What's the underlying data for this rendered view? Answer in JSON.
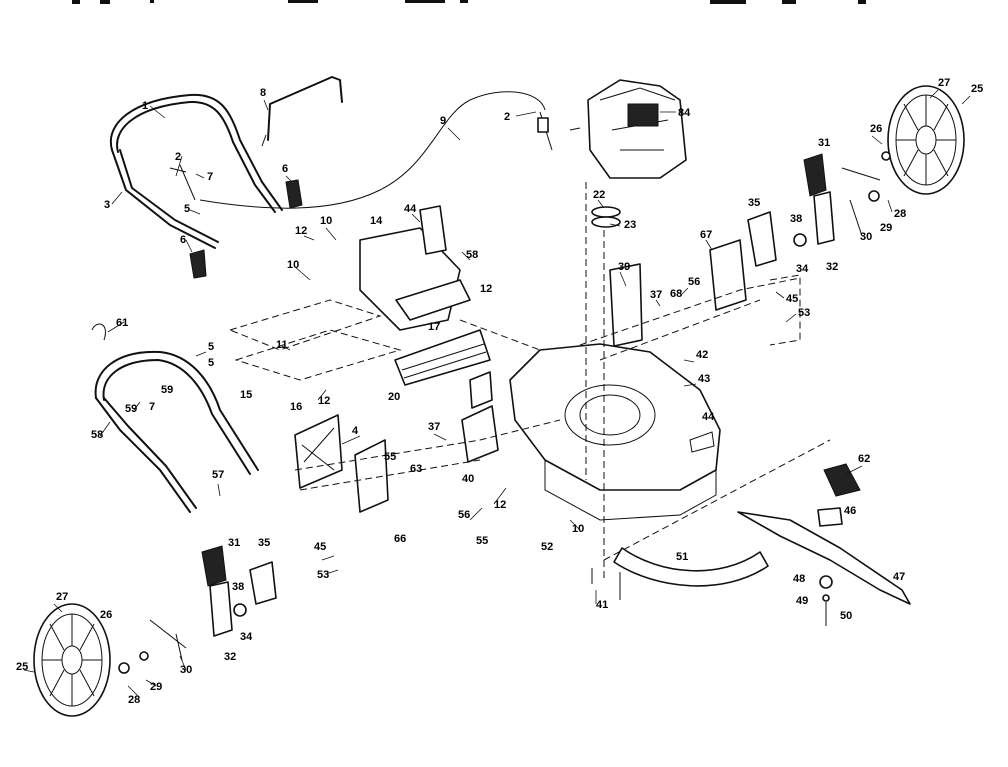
{
  "diagram": {
    "labels": [
      "1",
      "2",
      "3",
      "5",
      "6",
      "6",
      "7",
      "8",
      "9",
      "2",
      "84",
      "27",
      "25",
      "26",
      "28",
      "29",
      "30",
      "31",
      "32",
      "34",
      "35",
      "38",
      "22",
      "23",
      "67",
      "39",
      "37",
      "68",
      "56",
      "45",
      "53",
      "10",
      "14",
      "44",
      "58",
      "12",
      "12",
      "10",
      "17",
      "61",
      "5",
      "5",
      "59",
      "59",
      "7",
      "58",
      "11",
      "15",
      "16",
      "12",
      "20",
      "4",
      "37",
      "42",
      "43",
      "44",
      "62",
      "46",
      "47",
      "48",
      "49",
      "50",
      "51",
      "41",
      "10",
      "52",
      "55",
      "56",
      "12",
      "40",
      "55",
      "63",
      "45",
      "53",
      "66",
      "57",
      "31",
      "35",
      "38",
      "34",
      "32",
      "27",
      "26",
      "25",
      "28",
      "29",
      "30"
    ]
  }
}
